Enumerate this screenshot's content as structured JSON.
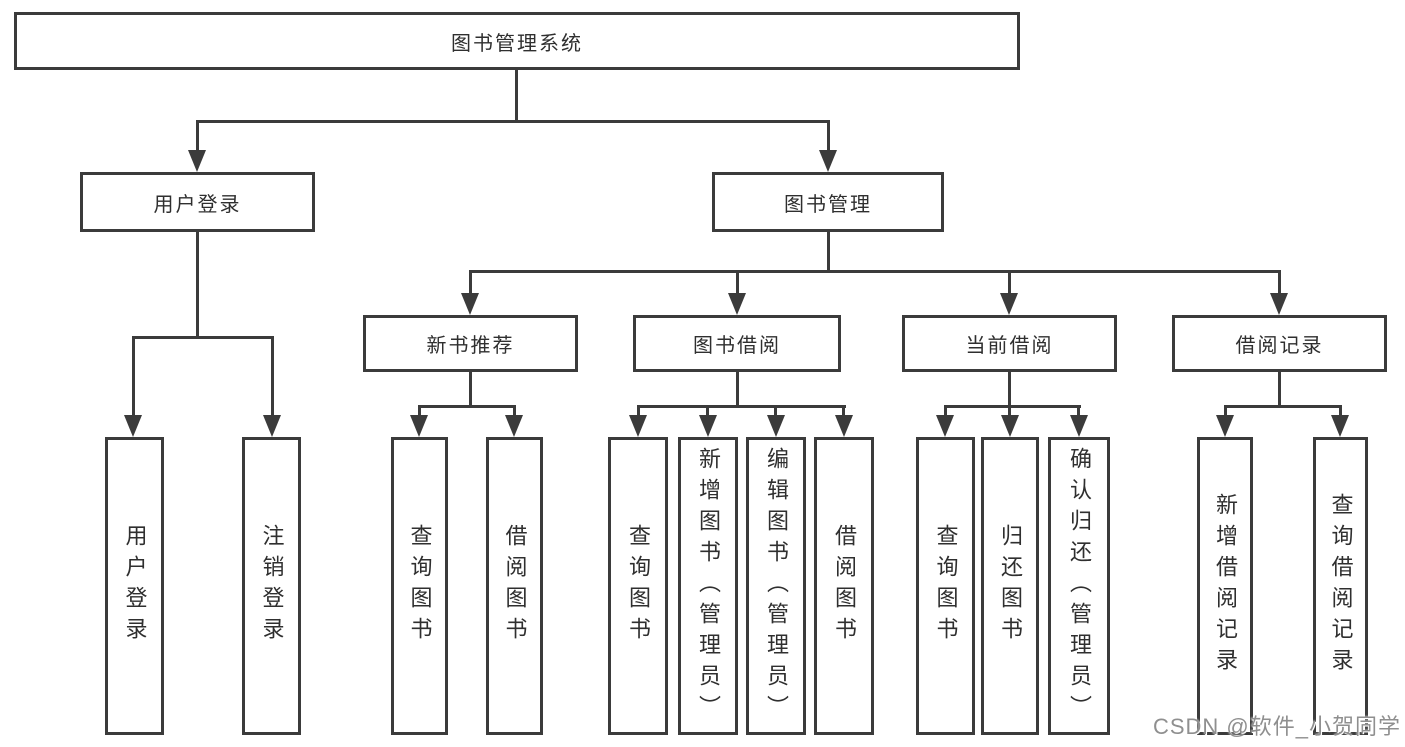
{
  "colors": {
    "line": "#3b3b3b",
    "text": "#2f2f2f",
    "background": "#ffffff",
    "watermark": "#8f8f8f"
  },
  "nodes": {
    "root": "图书管理系统",
    "user_login": "用户登录",
    "book_management": "图书管理",
    "new_book_recommend": "新书推荐",
    "book_borrow": "图书借阅",
    "current_borrow": "当前借阅",
    "borrow_records": "借阅记录",
    "user_login_leaf": "用户登录",
    "logout": "注销登录",
    "nbr_query_books": "查询图书",
    "nbr_borrow_books": "借阅图书",
    "bb_query_books": "查询图书",
    "bb_add_books": "新增图书（管理员）",
    "bb_edit_books": "编辑图书（管理员）",
    "bb_borrow_books": "借阅图书",
    "cb_query_books": "查询图书",
    "cb_return_books": "归还图书",
    "cb_confirm_return": "确认归还（管理员）",
    "br_add_record": "新增借阅记录",
    "br_query_record": "查询借阅记录"
  },
  "hierarchy": {
    "图书管理系统": {
      "用户登录": [
        "用户登录",
        "注销登录"
      ],
      "图书管理": {
        "新书推荐": [
          "查询图书",
          "借阅图书"
        ],
        "图书借阅": [
          "查询图书",
          "新增图书（管理员）",
          "编辑图书（管理员）",
          "借阅图书"
        ],
        "当前借阅": [
          "查询图书",
          "归还图书",
          "确认归还（管理员）"
        ],
        "借阅记录": [
          "新增借阅记录",
          "查询借阅记录"
        ]
      }
    }
  },
  "watermark": "CSDN @软件_小贺同学"
}
